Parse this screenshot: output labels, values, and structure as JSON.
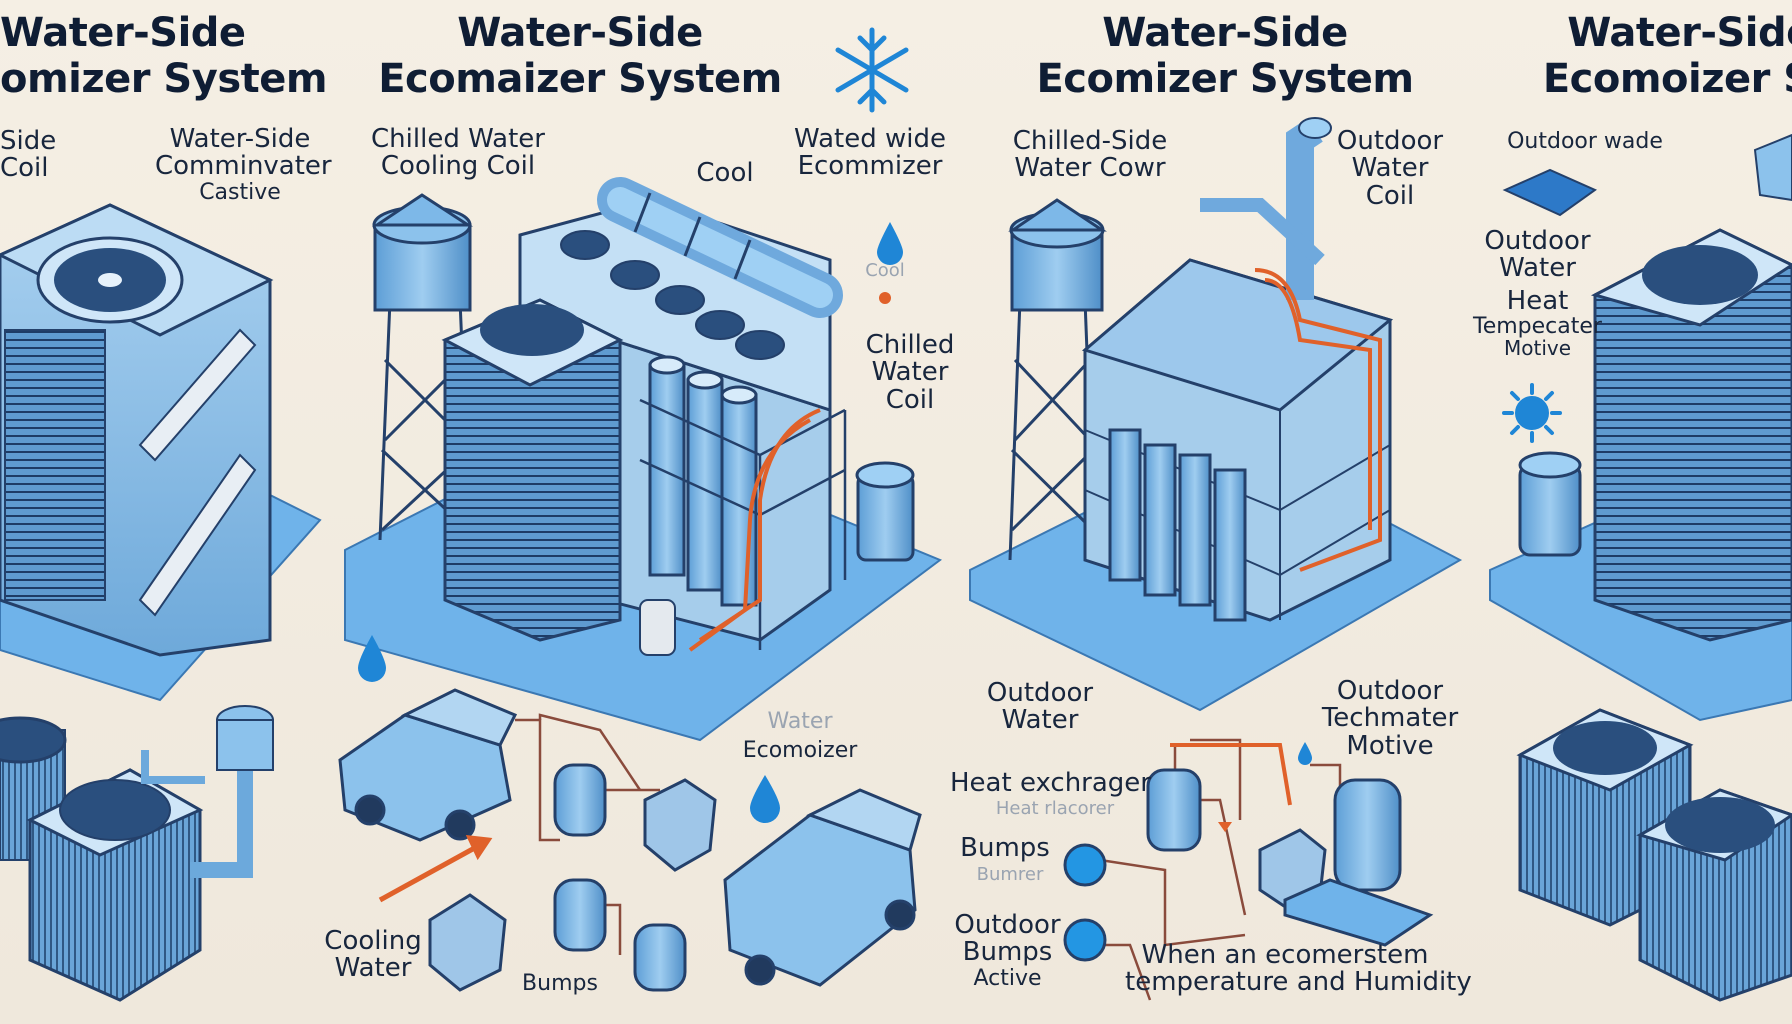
{
  "titles": {
    "p1": [
      "Water-Side",
      "omizer System"
    ],
    "p2": [
      "Water-Side",
      "Ecomaizer System"
    ],
    "p3": [
      "Water-Side",
      "Ecomizer System"
    ],
    "p4": [
      "Water-Side",
      "Ecomoizer Sy"
    ]
  },
  "labels": {
    "p1_side_coil": [
      "Side",
      "Coil"
    ],
    "p1_comminvater": [
      "Water-Side",
      "Comminvater",
      "Castive"
    ],
    "p2_chilled_water_cooling": [
      "Chilled Water",
      "Cooling  Coil"
    ],
    "p2_cool": "Cool",
    "p2_wated_wide": [
      "Wated wide",
      "Ecommizer"
    ],
    "p2_cool_small": "Cool",
    "p2_chilled_water_coil": [
      "Chilled",
      "Water",
      "Coil"
    ],
    "p2_water_economizer": [
      "Water",
      "Ecomoizer"
    ],
    "p2_cooling_water": [
      "Cooling",
      "Water"
    ],
    "p2_bumps": "Bumps",
    "p3_chilled_side": [
      "Chilled-Side",
      "Water Cowr"
    ],
    "p3_outdoor_water_coil": [
      "Outdoor",
      "Water",
      "Coil"
    ],
    "p3_outdoor_water": [
      "Outdoor",
      "Water"
    ],
    "p3_heat_exchanger": "Heat exchrager",
    "p3_heat_faint": "Heat rlacorer",
    "p3_bumps": "Bumps",
    "p3_bumps_faint": "Bumrer",
    "p3_outdoor_bumps": [
      "Outdoor",
      "Bumps",
      "Active"
    ],
    "p3_outdoor_techmater": [
      "Outdoor",
      "Techmater",
      "Motive"
    ],
    "p3_when": [
      "When an ecomerstem",
      "temperature and Humidity"
    ],
    "p4_outdoor_wade": "Outdoor wade",
    "p4_outdoor_water": [
      "Outdoor",
      "Water"
    ],
    "p4_heat_temp": [
      "Heat",
      "Tempecater",
      "Motive"
    ]
  },
  "icons": [
    "snowflake-icon",
    "water-drop-icon",
    "sun-icon"
  ],
  "colors": {
    "background": "#f3ede2",
    "unit_blue": "#8fc0e6",
    "base_blue": "#6eb3ea",
    "outline": "#24406a",
    "pipe_orange": "#e0612a",
    "accent_blue": "#1f86d6"
  }
}
